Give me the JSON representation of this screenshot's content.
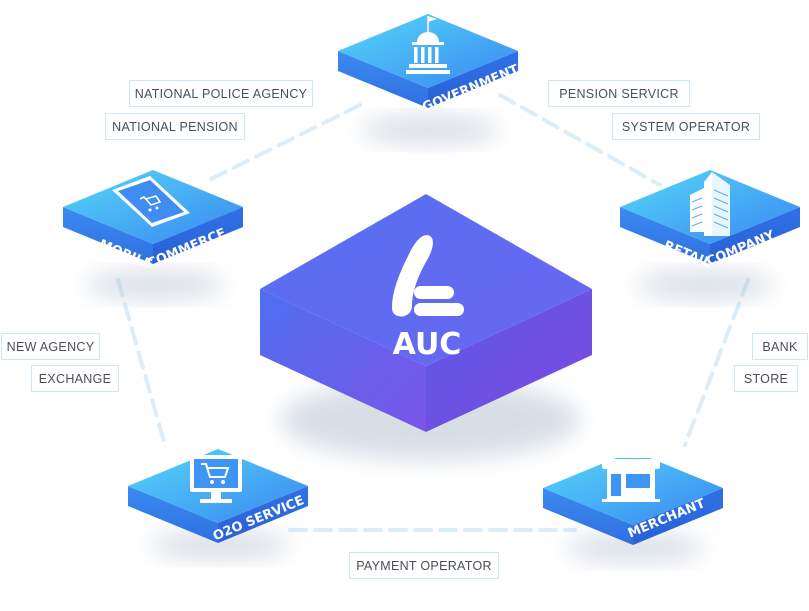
{
  "center": {
    "label": "AUC"
  },
  "nodes": {
    "government": "GOVERNMENT",
    "mobile_commerce": [
      "MOBILE",
      "COMMERCE"
    ],
    "retail_company": [
      "RETAIL",
      "COMPANY"
    ],
    "o2o_service": "O2O SERVICE",
    "merchant": "MERCHANT"
  },
  "tags": {
    "national_police_agency": "NATIONAL POLICE AGENCY",
    "national_pension": "NATIONAL PENSION",
    "pension_servicr": "PENSION SERVICR",
    "system_operator": "SYSTEM OPERATOR",
    "new_agency": "NEW AGENCY",
    "exchange": "EXCHANGE",
    "bank": "BANK",
    "store": "STORE",
    "payment_operator": "PAYMENT OPERATOR"
  },
  "colors": {
    "tile_top_light": "#4fd3f8",
    "tile_top_dark": "#3a86f0",
    "tile_side": "#2f6fe0",
    "center_top": "#5f6ff0",
    "center_side": "#6a4fe6",
    "connector": "#dcedf8",
    "tag_border": "#cfe6f3",
    "tag_text": "#4a5058"
  },
  "icons": [
    "capitol-icon",
    "phone-cart-icon",
    "building-icon",
    "monitor-cart-icon",
    "storefront-icon",
    "auc-logo-icon"
  ]
}
